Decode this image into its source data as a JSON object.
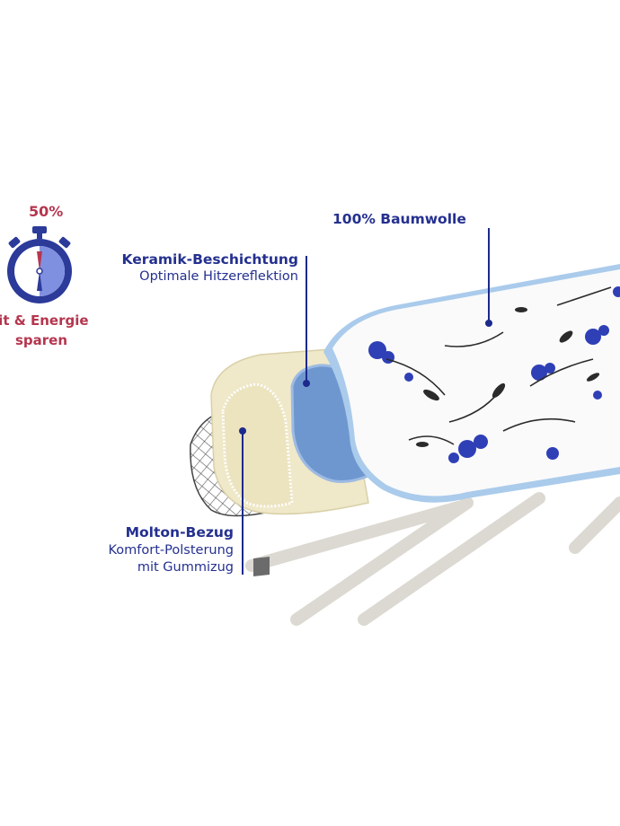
{
  "colors": {
    "accent_red": "#b5364f",
    "label_blue": "#24308f",
    "line_blue": "#1d2a8c",
    "stopwatch_blue": "#2c3a99",
    "stopwatch_fill": "#8090e0",
    "frame": "#dcd9d2",
    "molton": "#efe8c9",
    "keramik": "#6f97cf",
    "cover_edge": "#aacbeb",
    "flower": "#2f3fb6"
  },
  "badge": {
    "percent": "50%",
    "line1": "eit & Energie",
    "line2": "sparen",
    "icon": "stopwatch-icon"
  },
  "labels": {
    "keramik": {
      "title": "Keramik-Beschichtung",
      "subtitle": "Optimale Hitzereflektion"
    },
    "baumwolle": {
      "title": "100% Baumwolle"
    },
    "molton": {
      "title": "Molton-Bezug",
      "line1": "Komfort-Polsterung",
      "line2": "mit Gummizug"
    }
  }
}
